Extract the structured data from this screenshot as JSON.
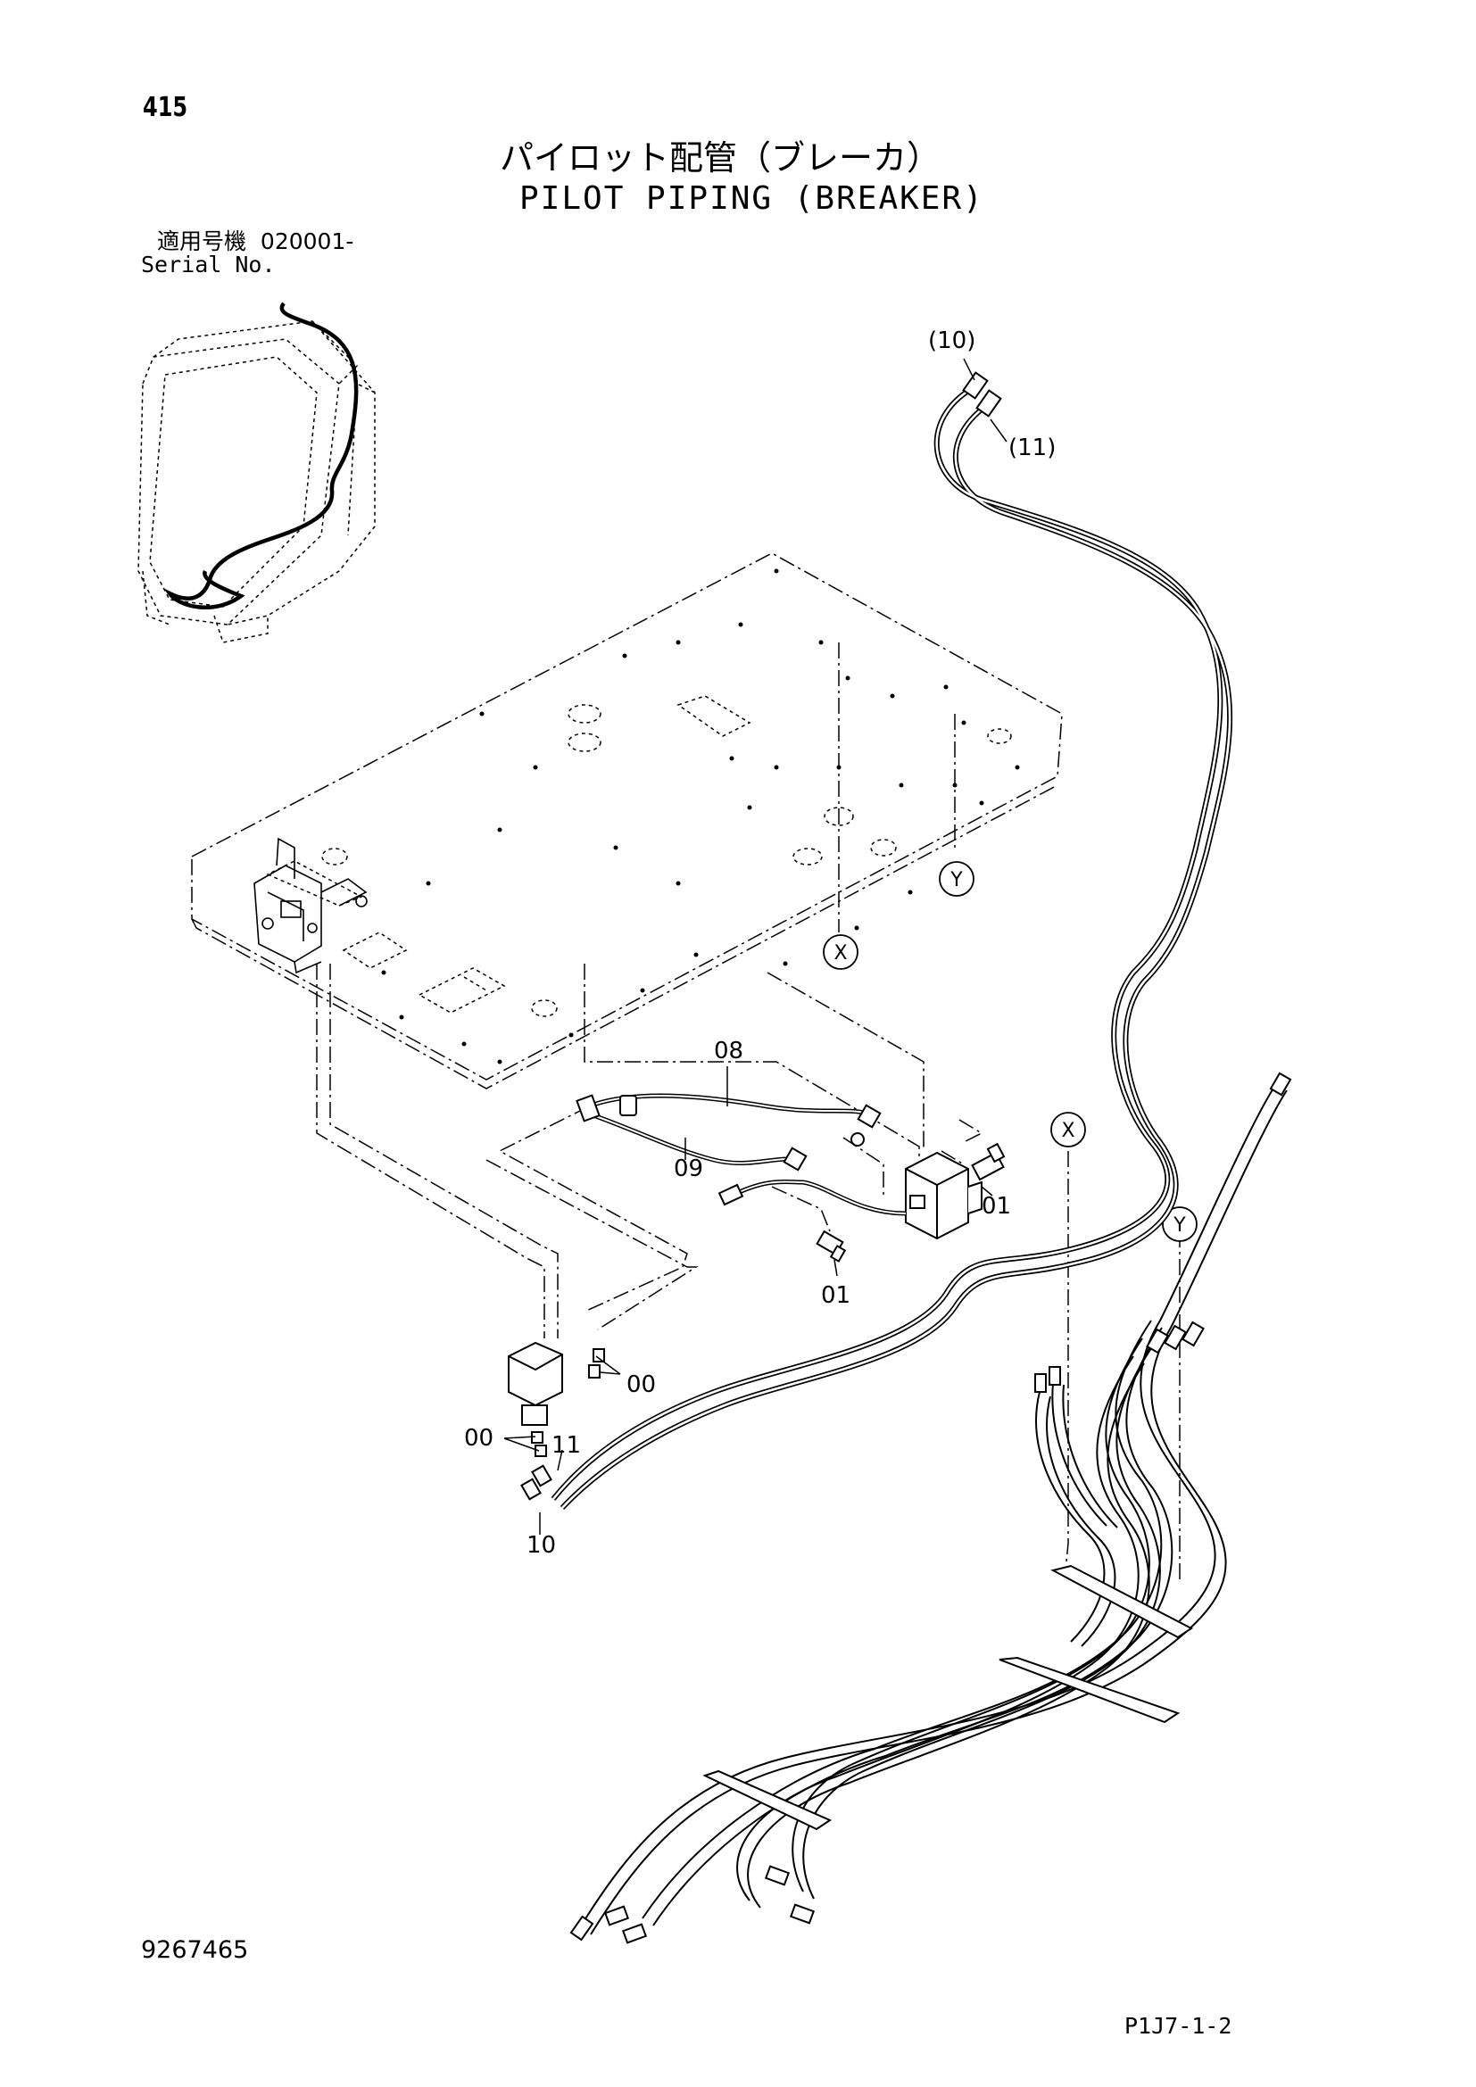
{
  "header": {
    "page_number": "415",
    "title_jp": "パイロット配管（ブレーカ）",
    "title_en": "PILOT PIPING (BREAKER)",
    "serial_label_jp": "適用号機",
    "serial_value": "020001-",
    "serial_label_en": "Serial No."
  },
  "callouts": {
    "c08": "08",
    "c09": "09",
    "c01a": "01",
    "c01b": "01",
    "c00a": "00",
    "c00b": "00",
    "c11": "11",
    "c10": "10",
    "ref10": "(10)",
    "ref11": "(11)"
  },
  "markers": {
    "x1": "X",
    "x2": "X",
    "y1": "Y",
    "y2": "Y"
  },
  "footer": {
    "doc_number": "9267465",
    "page_code": "P1J7-1-2"
  }
}
